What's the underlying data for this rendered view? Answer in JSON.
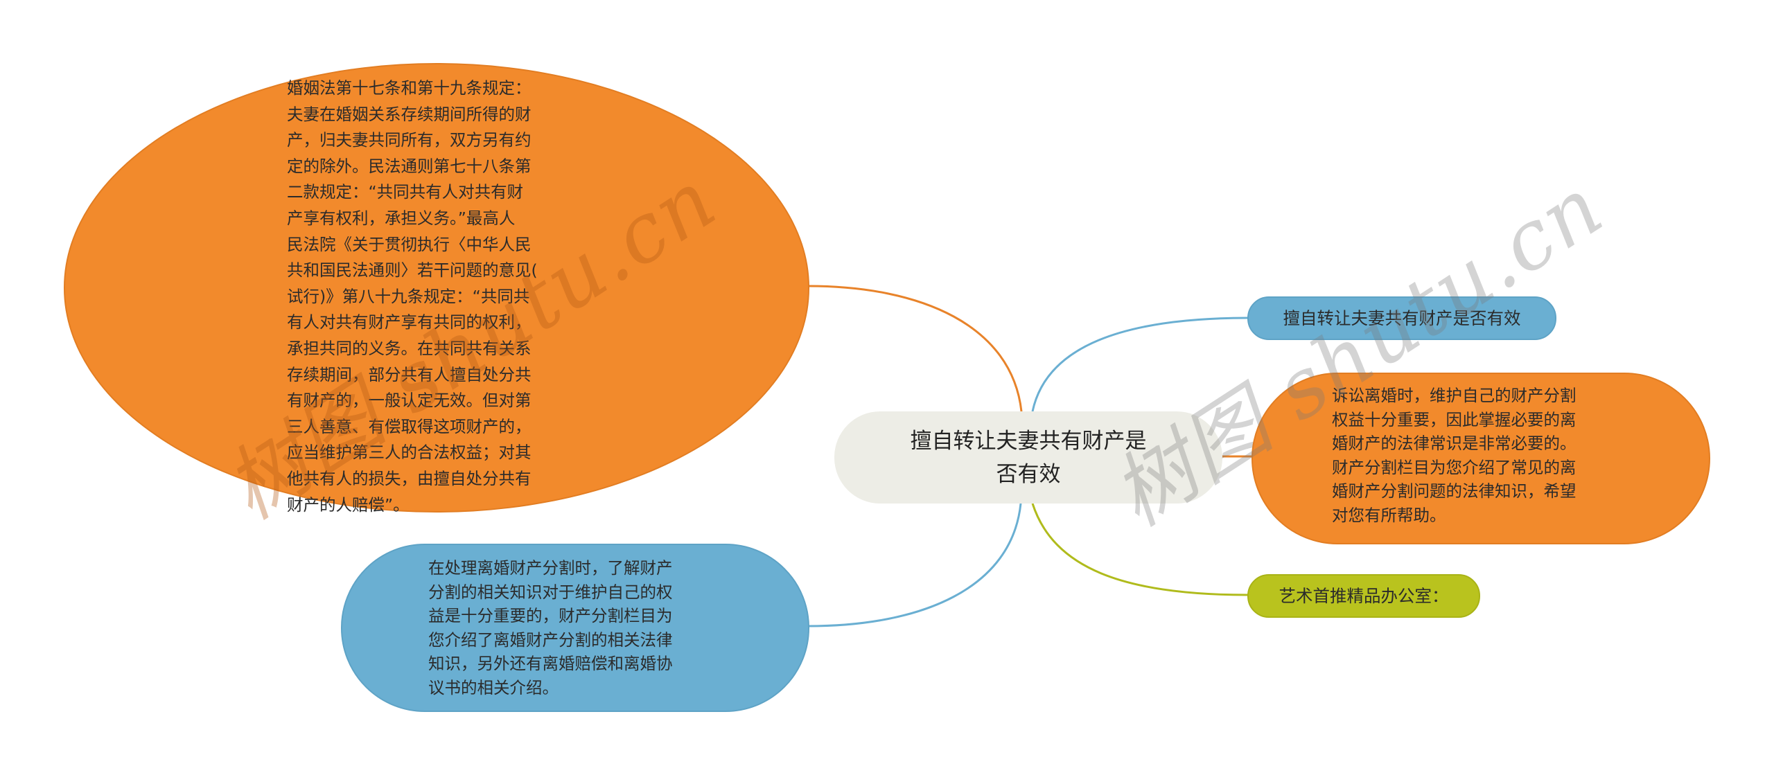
{
  "mindmap": {
    "central_topic": {
      "text": "擅自转让夫妻共有财产是\n否有效",
      "color": "#EDEDE6"
    },
    "branches": [
      {
        "id": "left-orange",
        "side": "left",
        "color": "#F28A2C",
        "text": "婚姻法第十七条和第十九条规定：\n夫妻在婚姻关系存续期间所得的财\n产，归夫妻共同所有，双方另有约\n定的除外。民法通则第七十八条第\n二款规定：“共同共有人对共有财\n产享有权利，承担义务。”最高人\n民法院《关于贯彻执行〈中华人民\n共和国民法通则〉若干问题的意见(\n试行)》第八十九条规定：“共同共\n有人对共有财产享有共同的权利，\n承担共同的义务。在共同共有关系\n存续期间，部分共有人擅自处分共\n有财产的，一般认定无效。但对第\n三人善意、有偿取得这项财产的，\n应当维护第三人的合法权益；对其\n他共有人的损失，由擅自处分共有\n财产的人赔偿”。"
      },
      {
        "id": "left-blue",
        "side": "left",
        "color": "#6AAFD2",
        "text": "在处理离婚财产分割时，了解财产\n分割的相关知识对于维护自己的权\n益是十分重要的，财产分割栏目为\n您介绍了离婚财产分割的相关法律\n知识，另外还有离婚赔偿和离婚协\n议书的相关介绍。"
      },
      {
        "id": "right-blue",
        "side": "right",
        "color": "#6AAFD2",
        "text": "擅自转让夫妻共有财产是否有效"
      },
      {
        "id": "right-orange",
        "side": "right",
        "color": "#F28A2C",
        "text": "诉讼离婚时，维护自己的财产分割\n权益十分重要，因此掌握必要的离\n婚财产的法律常识是非常必要的。\n财产分割栏目为您介绍了常见的离\n婚财产分割问题的法律知识，希望\n对您有所帮助。"
      },
      {
        "id": "right-green",
        "side": "right",
        "color": "#B9C31E",
        "text": "艺术首推精品办公室："
      }
    ],
    "connector_colors": {
      "orange": "#E8832A",
      "blue": "#6AAFD2",
      "green": "#B0BB1C"
    }
  },
  "watermark": {
    "left": "树图 shutu.cn",
    "right": "树图 shutu.cn"
  }
}
